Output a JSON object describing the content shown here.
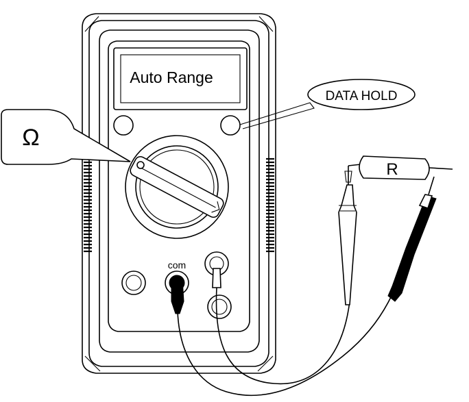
{
  "display": {
    "text": "Auto Range"
  },
  "callouts": {
    "data_hold": "DATA HOLD",
    "ohm_symbol": "Ω"
  },
  "jacks": {
    "com_label": "com"
  },
  "component": {
    "label": "R"
  },
  "colors": {
    "ink": "#000000",
    "background": "#ffffff"
  }
}
